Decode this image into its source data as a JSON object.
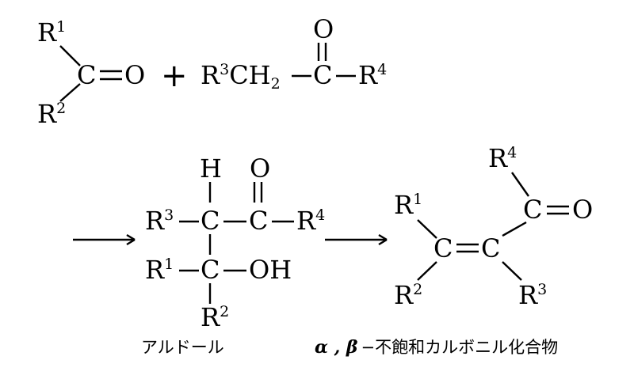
{
  "reactants": {
    "carbonyl": {
      "r1": "R",
      "r1_num": "1",
      "r2": "R",
      "r2_num": "2",
      "carbon": "C",
      "oxygen": "O"
    },
    "plus": "+",
    "ketone": {
      "r3": "R",
      "r3_num": "3",
      "ch2_main": "CH",
      "ch2_sub": "2",
      "oxygen": "O",
      "carbon": "C",
      "r4": "R",
      "r4_num": "4"
    }
  },
  "aldol": {
    "h": "H",
    "oxygen": "O",
    "r3": "R",
    "r3_num": "3",
    "c_upper": "C",
    "c_carbonyl": "C",
    "r4": "R",
    "r4_num": "4",
    "r1": "R",
    "r1_num": "1",
    "c_lower": "C",
    "oh": "OH",
    "r2": "R",
    "r2_num": "2",
    "caption": "アルドール"
  },
  "enone": {
    "r4": "R",
    "r4_num": "4",
    "c_carbonyl": "C",
    "oxygen": "O",
    "r1": "R",
    "r1_num": "1",
    "c_left": "C",
    "c_right": "C",
    "r2": "R",
    "r2_num": "2",
    "r3": "R",
    "r3_num": "3",
    "caption_greek": "α , β",
    "caption_text": "−不飽和カルボニル化合物"
  }
}
